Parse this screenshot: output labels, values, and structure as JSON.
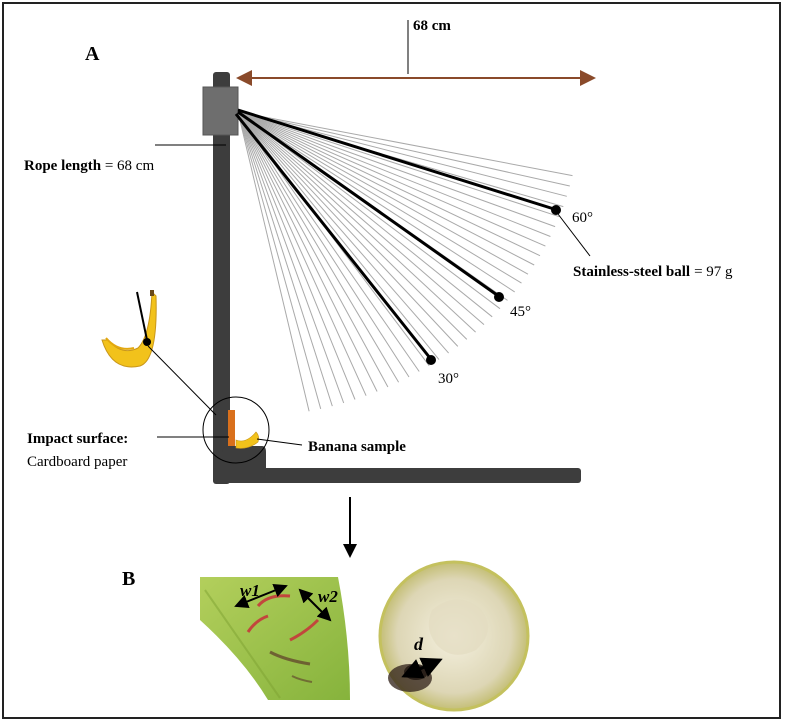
{
  "panel_a": {
    "label": "A",
    "span_label": "68 cm",
    "rope_label_bold": "Rope length",
    "rope_label_value": " = 68 cm",
    "angles": [
      "30°",
      "45°",
      "60°"
    ],
    "ball_label_bold": "Stainless-steel ball",
    "ball_label_value": "= 97 g",
    "impact_label_bold": "Impact surface:",
    "impact_label_value": "Cardboard paper",
    "banana_label": "Banana sample"
  },
  "panel_b": {
    "label": "B",
    "width_labels": [
      "w1",
      "w2"
    ],
    "depth_label": "d"
  },
  "colors": {
    "frame": "#3d3d3d",
    "span_arrow": "#8a4a2a",
    "orange": "#d9701c",
    "banana": "#f2c21b",
    "peel": "#9ec24a",
    "bruise": "#c8303a"
  }
}
